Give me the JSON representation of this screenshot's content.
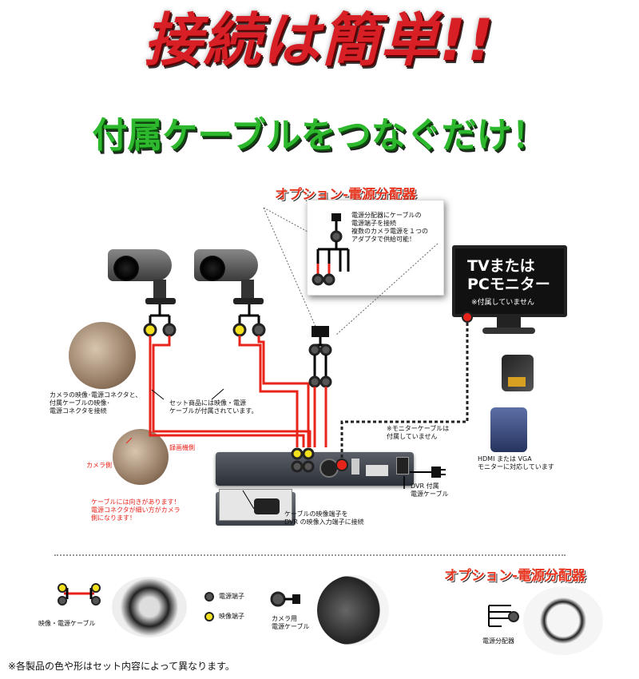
{
  "headline": "接続は簡単!!",
  "subheadline": "付属ケーブルをつなぐだけ！",
  "option_top": {
    "title": "オプション-電源分配器",
    "text": "電源分配器にケーブルの\n電源端子を接続\n複数のカメラ電源を１つの\nアダプタで供給可能！"
  },
  "monitor": {
    "label_line1": "TVまたは",
    "label_line2": "PCモニター",
    "note": "※付属していません"
  },
  "annotations": {
    "camera_connector": "カメラの映像･電源コネクタと、\n付属ケーブルの映像･\n電源コネクタを接続",
    "set_cable": "セット商品には映像・電源\nケーブルが付属されています。",
    "monitor_cable": "※モニターケーブルは\n付属していません",
    "hdmi_vga": "HDMI または VGA\nモニターに対応しています",
    "recorder_side": "録画機側",
    "camera_side": "カメラ側",
    "cable_direction": "ケーブルには向きがあります！\n電源コネクタが細い方がカメラ\n側になります！",
    "dvr_power": "DVR 付属\n電源ケーブル",
    "video_input": "ケーブルの映像端子を\nDVR の映像入力端子に接続"
  },
  "legend": {
    "cable": "映像・電源ケーブル",
    "power_terminal": "電源端子",
    "video_terminal": "映像端子",
    "camera_power_cable": "カメラ用\n電源ケーブル"
  },
  "option_bottom": {
    "title": "オプション-電源分配器",
    "label": "電源分配器"
  },
  "footnote": "※各製品の色や形はセット内容によって異なります。",
  "colors": {
    "headline": "#d81f26",
    "subheadline": "#2db82d",
    "cable": "#e8231a",
    "video_terminal": "#f4e11e",
    "power_terminal": "#555555"
  }
}
